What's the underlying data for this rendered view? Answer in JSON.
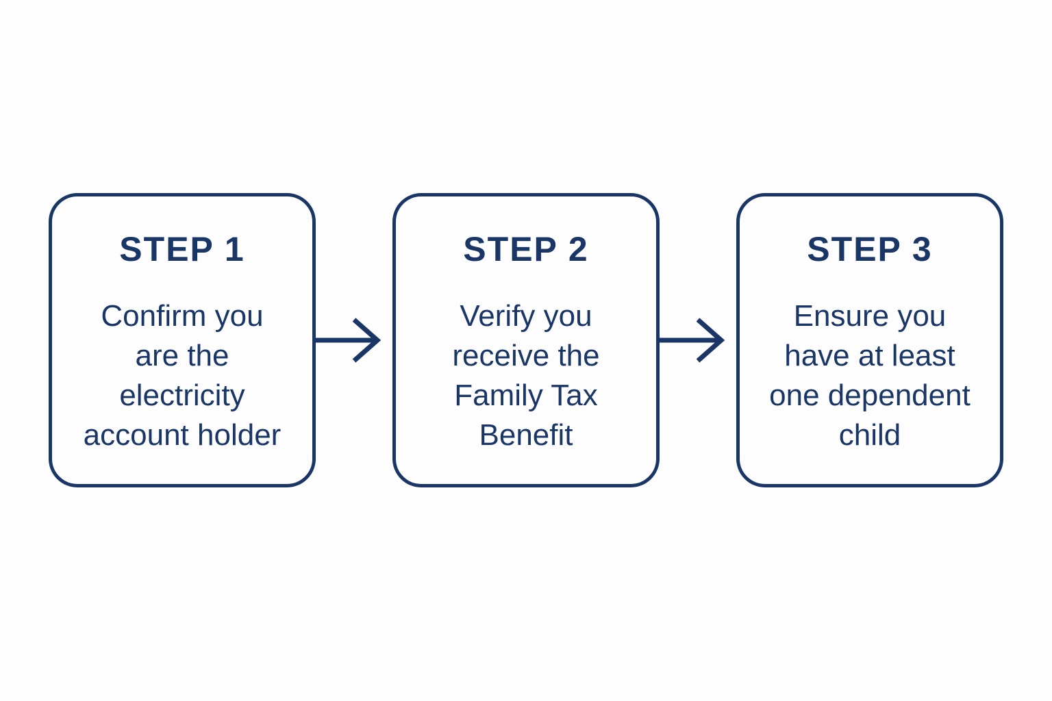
{
  "page": {
    "background_color": "#fdfdfd",
    "accent_color": "#1a3667"
  },
  "diagram": {
    "type": "flow-steps",
    "direction": "left-to-right",
    "connector_icon": "arrow-right-icon"
  },
  "steps": [
    {
      "title": "STEP 1",
      "description": "Confirm you\nare the\nelectricity\naccount holder"
    },
    {
      "title": "STEP 2",
      "description": "Verify you\nreceive the\nFamily Tax\nBenefit"
    },
    {
      "title": "STEP 3",
      "description": "Ensure you\nhave at least\none dependent\nchild"
    }
  ]
}
